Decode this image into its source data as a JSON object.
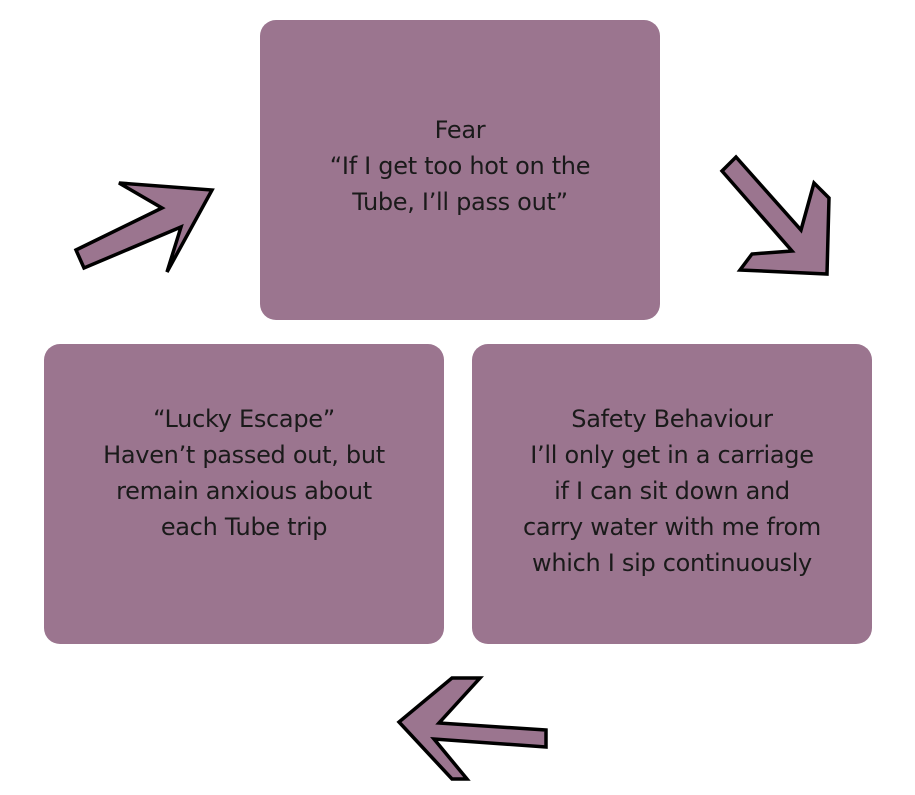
{
  "diagram": {
    "colors": {
      "box_fill": "#9b758f",
      "arrow_fill": "#9b758f",
      "arrow_stroke": "#000000",
      "text": "#1a1a1a"
    },
    "fear": {
      "lines": [
        "Fear",
        "“If I get too hot on the",
        "Tube, I’ll pass out”"
      ]
    },
    "safety": {
      "lines": [
        "Safety Behaviour",
        "I’ll only get in a carriage",
        "if I can sit down and",
        "carry water with me from",
        "which I sip continuously"
      ]
    },
    "escape": {
      "lines": [
        "“Lucky Escape”",
        "Haven’t passed out, but",
        "remain anxious about",
        "each Tube trip"
      ]
    },
    "arrows": [
      {
        "from": "escape",
        "to": "fear",
        "direction": "up-right"
      },
      {
        "from": "fear",
        "to": "safety",
        "direction": "down-right"
      },
      {
        "from": "safety",
        "to": "escape",
        "direction": "left"
      }
    ]
  }
}
